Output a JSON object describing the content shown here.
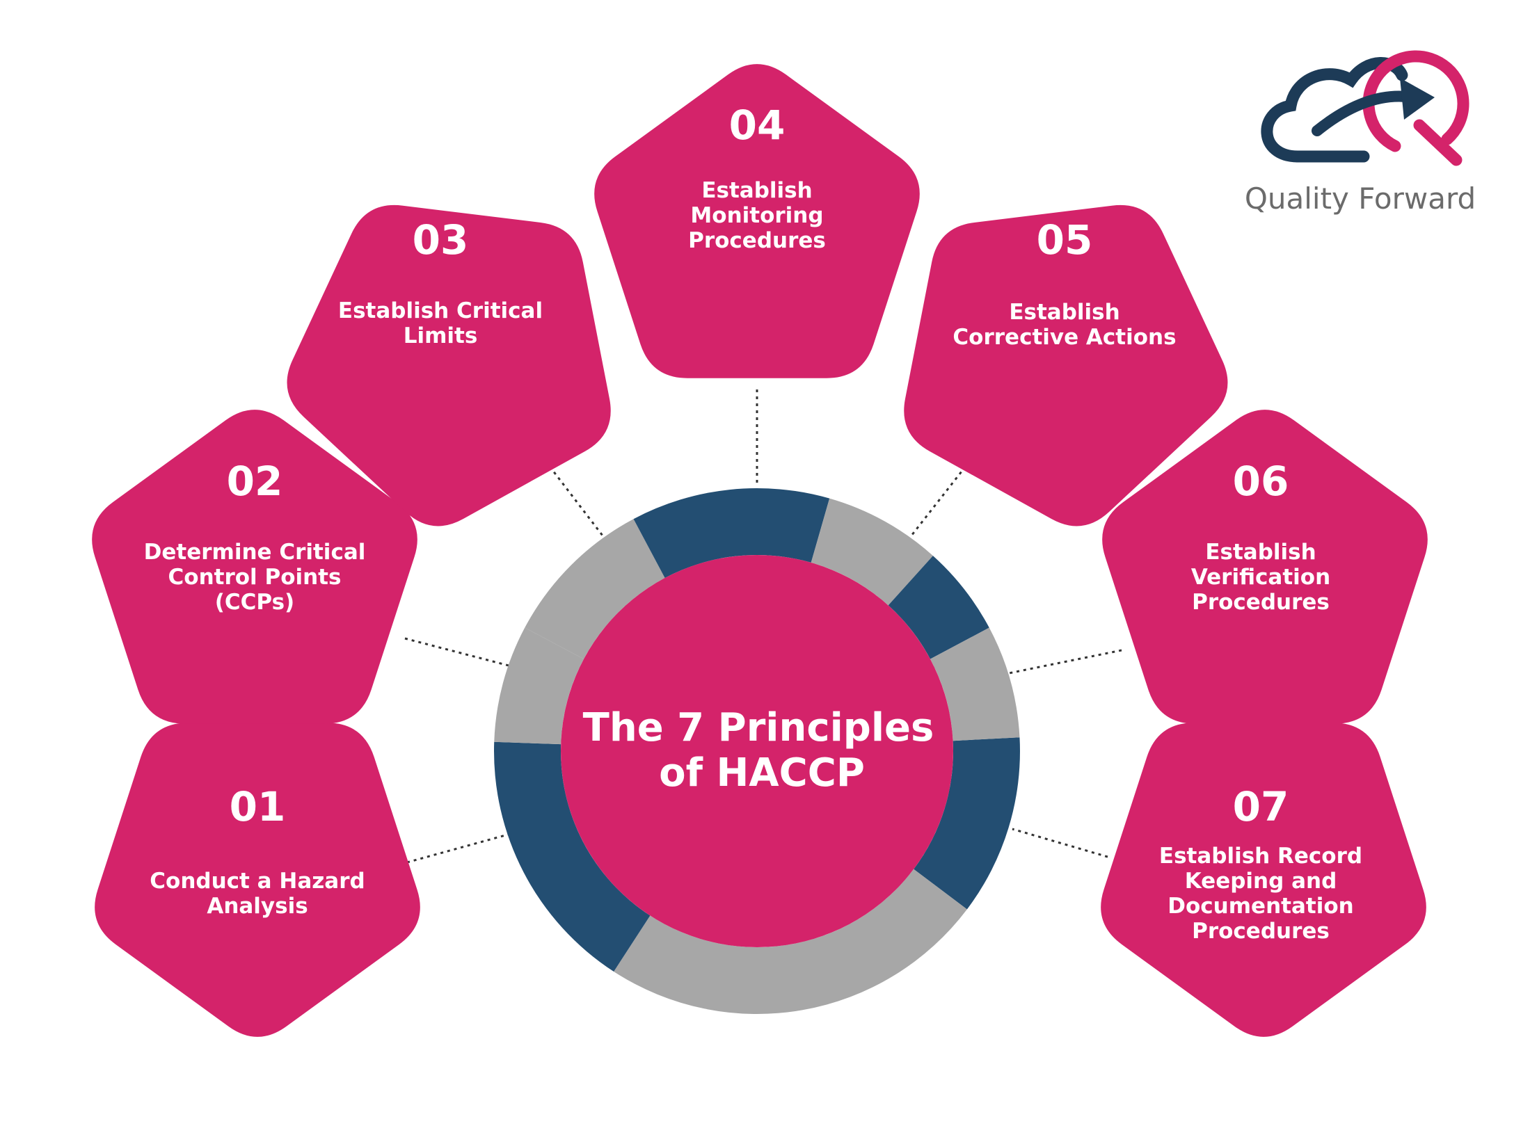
{
  "title_lines": [
    "The 7 Principles",
    "of HACCP"
  ],
  "logo": {
    "text": "Quality Forward",
    "icon": "cloud-q-arrow-logo"
  },
  "colors": {
    "pentagon": "#d4236a",
    "center": "#d4236a",
    "ring_navy": "#234e72",
    "ring_gray": "#a7a7a7",
    "connector": "#333333",
    "text": "#ffffff",
    "logo_navy": "#1d3b57",
    "logo_pink": "#d4236a",
    "logo_text": "#6b6b6b"
  },
  "principles": [
    {
      "number": "01",
      "lines": [
        "Conduct a Hazard",
        "Analysis"
      ]
    },
    {
      "number": "02",
      "lines": [
        "Determine Critical",
        "Control Points",
        "(CCPs)"
      ]
    },
    {
      "number": "03",
      "lines": [
        "Establish Critical",
        "Limits"
      ]
    },
    {
      "number": "04",
      "lines": [
        "Establish",
        "Monitoring",
        "Procedures"
      ]
    },
    {
      "number": "05",
      "lines": [
        "Establish",
        "Corrective Actions"
      ]
    },
    {
      "number": "06",
      "lines": [
        "Establish",
        "Verification",
        "Procedures"
      ]
    },
    {
      "number": "07",
      "lines": [
        "Establish Record",
        "Keeping and",
        "Documentation",
        "Procedures"
      ]
    }
  ]
}
